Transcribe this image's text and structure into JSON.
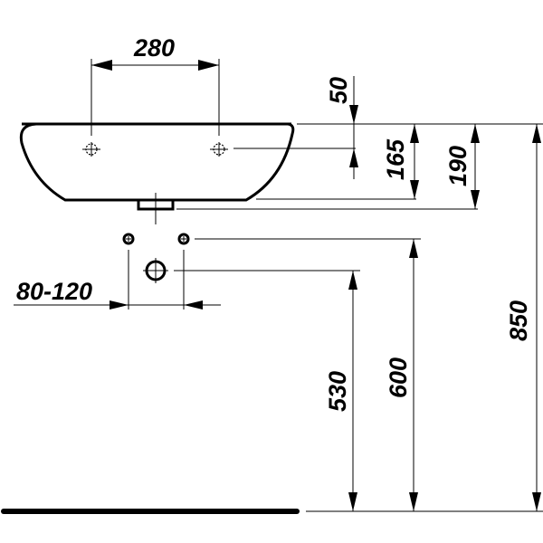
{
  "diagram": {
    "type": "technical-drawing",
    "subject": "wall-hung washbasin installation dimensions",
    "units": "mm",
    "dimensions": {
      "tap_hole_spacing": "280",
      "tap_hole_depth_below_rim": "50",
      "rim_to_basin_bottom": "165",
      "rim_to_outlet_bottom": "190",
      "fixing_bolts_spacing": "80-120",
      "waste_outlet_height": "530",
      "fixing_bolts_height": "600",
      "rim_height": "850"
    },
    "colors": {
      "line": "#000000",
      "background": "#ffffff"
    }
  }
}
